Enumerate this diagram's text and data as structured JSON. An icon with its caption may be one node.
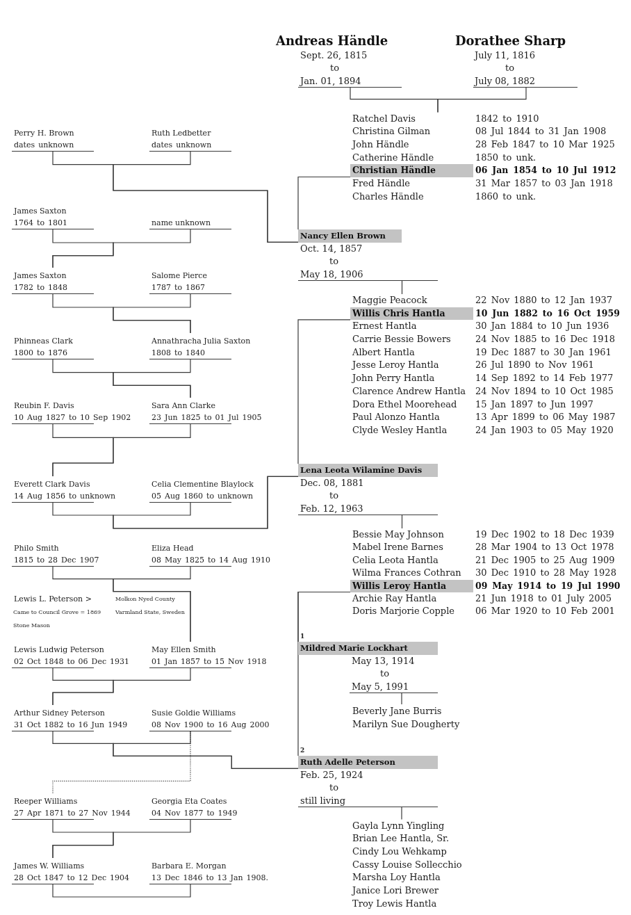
{
  "diagram": {
    "nodes": [
      {
        "text": [
          "Andreas Händle",
          "Sept. 26, 1815",
          "to",
          "Jan. 01, 1894"
        ]
      },
      {
        "text": [
          "Dorathee Sharp",
          "July 11, 1816",
          "to",
          "July 08, 1882"
        ]
      },
      {
        "text": [
          "Ratchel Davis",
          "1842 to 1910",
          "Christina Gilman",
          "08 Jul 1844 to 31 Jan 1908",
          "John Händle",
          "28 Feb 1847 to 10 Mar 1925",
          "Catherine Händle",
          "1850 to unk.",
          "Fred Händle",
          "31 Mar 1857 to 03 Jan 1918",
          "Charles Händle",
          "1860 to unk."
        ]
      },
      {
        "text": [
          "Christian Händle"
        ],
        "beside": [
          "06 Jan 1854 to 10 Jul 1912"
        ],
        "in": 2
      },
      {
        "text": [
          "Perry H. Brown",
          "dates unknown"
        ]
      },
      {
        "text": [
          "Ruth Ledbetter",
          "dates unknown"
        ]
      },
      {
        "text": [
          "James Saxton",
          "1764 to 1801"
        ]
      },
      {
        "text": [
          "name unknown"
        ]
      },
      {
        "text": [
          "Nancy Ellen Brown",
          "Oct. 14, 1857",
          "to",
          "May 18, 1906"
        ]
      },
      {
        "text": [
          "James Saxton",
          "1782 to 1848"
        ]
      },
      {
        "text": [
          "Salome Pierce",
          "1787 to 1867"
        ]
      },
      {
        "text": [
          "Maggie Peacock",
          "22 Nov 1880 to 12 Jan 1937",
          "Ernest Hantla",
          "30 Jan 1884 to 10 Jun 1936",
          "Carrie Bessie Bowers",
          "24 Nov 1885 to 16 Dec 1918",
          "Albert Hantla",
          "19 Dec 1887 to 30 Jan 1961",
          "Jesse Leroy Hantla",
          "26 Jul 1890 to Nov 1961",
          "John Perry Hantla",
          "14 Sep 1892 to 14 Feb 1977",
          "Clarence Andrew Hantla",
          "24 Nov 1894 to 10 Oct 1985",
          "Dora Ethel Moorehead",
          "15 Jan 1897 to Jun 1997",
          "Paul Alonzo Hantla",
          "13 Apr 1899 to 06 May 1987",
          "Clyde Wesley Hantla",
          "24 Jan 1903 to 05 May 1920"
        ]
      },
      {
        "text": [
          "Willis Chris Hantla"
        ],
        "beside": [
          "10 Jun 1882 to 16 Oct 1959"
        ],
        "in": 11
      },
      {
        "text": [
          "Phinneas Clark",
          "1800 to 1876"
        ]
      },
      {
        "text": [
          "Annathracha Julia Saxton",
          "1808 to 1840"
        ]
      },
      {
        "text": [
          "Reubin F. Davis",
          "10 Aug 1827 to 10 Sep 1902"
        ]
      },
      {
        "text": [
          "Sara Ann Clarke",
          "23 Jun 1825 to 01 Jul 1905"
        ]
      },
      {
        "text": [
          "Lena Leota Wilamine Davis",
          "Dec. 08, 1881",
          "to",
          "Feb. 12, 1963"
        ]
      },
      {
        "text": [
          "Everett Clark Davis",
          "14 Aug 1856 to unknown"
        ]
      },
      {
        "text": [
          "Celia Clementine Blaylock",
          "05 Aug 1860 to unknown"
        ]
      },
      {
        "text": [
          "Bessie May Johnson",
          "19 Dec 1902 to 18 Dec 1939",
          "Mabel Irene Barnes",
          "28 Mar 1904 to 13 Oct 1978",
          "Celia Leota Hantla",
          "21 Dec 1905 to 25 Aug 1909",
          "Wilma Frances Cothran",
          "30 Dec 1910 to 28 May 1928",
          "Archie Ray Hantla",
          "21 Jun 1918 to 01 July 2005",
          "Doris Marjorie Copple",
          "06 Mar 1920 to 10 Feb 2001"
        ]
      },
      {
        "text": [
          "Willis Leroy Hantla"
        ],
        "beside": [
          "09 May 1914 to 19 Jul 1990"
        ],
        "in": 20
      },
      {
        "text": [
          "Philo Smith",
          "1815 to 28 Dec 1907"
        ]
      },
      {
        "text": [
          "Eliza Head",
          "08 May 1825 to 14 Aug 1910"
        ]
      },
      {
        "text": [
          "Mildred Marie Lockhart",
          "May 13, 1914",
          "to",
          "May 5, 1991"
        ],
        "beside": [
          "1"
        ]
      },
      {
        "text": [
          "Lewis Ludwig Peterson",
          "02 Oct 1848 to 06 Dec 1931"
        ]
      },
      {
        "text": [
          "May Ellen Smith",
          "01 Jan 1857 to 15 Nov 1918"
        ]
      },
      {
        "text": [
          "Arthur Sidney Peterson",
          "31 Oct 1882 to 16 Jun 1949"
        ]
      },
      {
        "text": [
          "Susie Goldie Williams",
          "08 Nov 1900 to 16 Aug 2000"
        ]
      },
      {
        "text": [
          "Beverly Jane Burris",
          "Marilyn Sue Dougherty"
        ]
      },
      {
        "text": [
          "Ruth Adelle Peterson",
          "Feb. 25, 1924",
          "to",
          "still living"
        ],
        "beside": [
          "2"
        ]
      },
      {
        "text": [
          "Reeper Williams",
          "27 Apr 1871 to 27 Nov 1944"
        ]
      },
      {
        "text": [
          "Georgia Eta Coates",
          "04 Nov 1877 to 1949"
        ]
      },
      {
        "text": [
          "Gayla Lynn Yingling",
          "Brian Lee Hantla, Sr.",
          "Cindy Lou Wehkamp",
          "Cassy Louise Sollecchio",
          "Marsha Loy Hantla",
          "Janice Lori Brewer",
          "Troy Lewis Hantla"
        ]
      },
      {
        "text": [
          "James W. Williams",
          "28 Oct 1847 to 12 Dec 1904"
        ]
      },
      {
        "text": [
          "Barbara E. Morgan",
          "13 Dec 1846 to 13 Jan 1908."
        ]
      }
    ],
    "edges": [
      {
        "from": 0,
        "to": 2,
        "arrow": "none"
      },
      {
        "from": 1,
        "to": 2,
        "arrow": "none"
      },
      {
        "from": 3,
        "to": 8,
        "arrow": "none"
      },
      {
        "from": 4,
        "to": 8,
        "arrow": "none"
      },
      {
        "from": 5,
        "to": 8,
        "arrow": "none"
      },
      {
        "from": 8,
        "to": 11,
        "arrow": "none"
      },
      {
        "from": 6,
        "to": 9,
        "arrow": "none"
      },
      {
        "from": 7,
        "to": 9,
        "arrow": "none"
      },
      {
        "from": 9,
        "to": 14,
        "arrow": "none"
      },
      {
        "from": 10,
        "to": 14,
        "arrow": "none"
      },
      {
        "from": 12,
        "to": 17,
        "arrow": "none"
      },
      {
        "from": 13,
        "to": 16,
        "arrow": "none"
      },
      {
        "from": 14,
        "to": 16,
        "arrow": "none"
      },
      {
        "from": 15,
        "to": 18,
        "arrow": "none"
      },
      {
        "from": 16,
        "to": 18,
        "arrow": "none"
      },
      {
        "from": 17,
        "to": 20,
        "arrow": "none"
      },
      {
        "from": 18,
        "to": 17,
        "arrow": "none"
      },
      {
        "from": 19,
        "to": 17,
        "arrow": "none"
      },
      {
        "from": 21,
        "to": 24,
        "arrow": "none"
      },
      {
        "from": 21,
        "to": 30,
        "arrow": "none"
      },
      {
        "from": 22,
        "to": 26,
        "arrow": "none"
      },
      {
        "from": 23,
        "to": 26,
        "arrow": "none"
      },
      {
        "from": 24,
        "to": 29,
        "arrow": "none"
      },
      {
        "from": 25,
        "to": 27,
        "arrow": "none"
      },
      {
        "from": 26,
        "to": 27,
        "arrow": "none"
      },
      {
        "from": 27,
        "to": 30,
        "arrow": "none"
      },
      {
        "from": 28,
        "to": 30,
        "arrow": "none"
      },
      {
        "from": 28,
        "to": 31,
        "arrow": "none",
        "style": "dashed"
      },
      {
        "from": 30,
        "to": 33,
        "arrow": "none"
      },
      {
        "from": 31,
        "to": 34,
        "arrow": "none"
      },
      {
        "from": 32,
        "to": 34,
        "arrow": "none"
      },
      {
        "from": 34,
        "to": 35,
        "arrow": "none"
      }
    ],
    "labels": [
      "Lewis L. Peterson >",
      "Molkon Nyed County",
      "Came to Council Grove = 1869",
      "Varmland State, Sweden",
      "Stone Mason"
    ]
  }
}
